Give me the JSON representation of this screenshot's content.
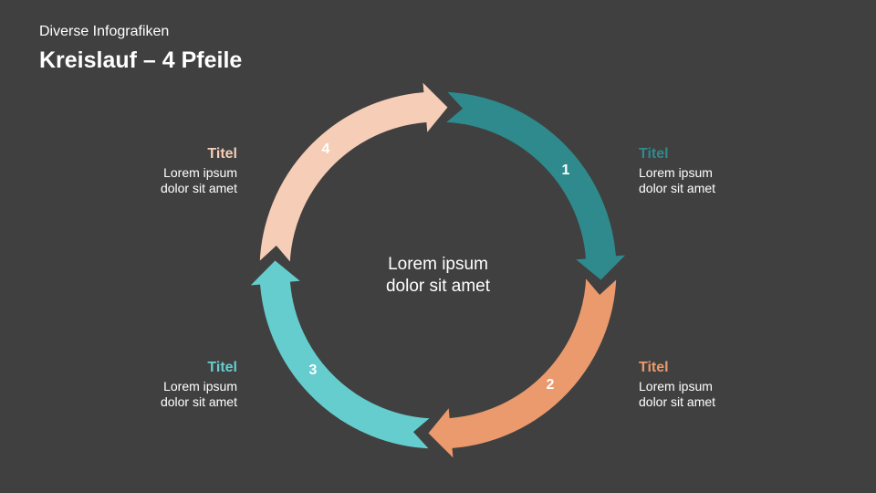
{
  "header": {
    "subtitle": "Diverse Infografiken",
    "title": "Kreislauf – 4 Pfeile"
  },
  "center": {
    "line1": "Lorem ipsum",
    "line2": "dolor sit amet"
  },
  "colors": {
    "background": "#404040",
    "segment1": "#2E8A8C",
    "segment2": "#EA9A6C",
    "segment3": "#65CDCD",
    "segment4": "#F6CDB6"
  },
  "segments": [
    {
      "number": "1",
      "title": "Titel",
      "line1": "Lorem ipsum",
      "line2": "dolor sit amet"
    },
    {
      "number": "2",
      "title": "Titel",
      "line1": "Lorem ipsum",
      "line2": "dolor sit amet"
    },
    {
      "number": "3",
      "title": "Titel",
      "line1": "Lorem ipsum",
      "line2": "dolor sit amet"
    },
    {
      "number": "4",
      "title": "Titel",
      "line1": "Lorem ipsum",
      "line2": "dolor sit amet"
    }
  ]
}
